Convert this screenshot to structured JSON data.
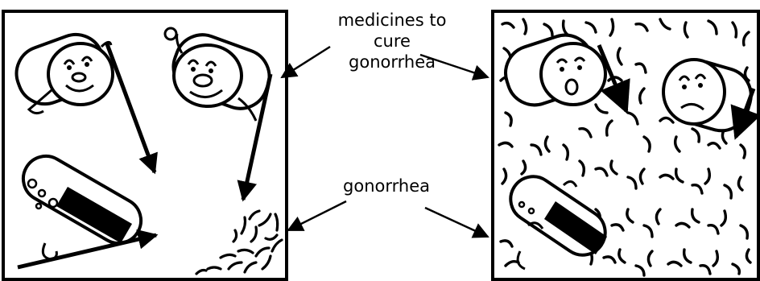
{
  "labels": {
    "medicines_line1": "medicines to",
    "medicines_line2": "cure",
    "medicines_line3": "gonorrhea",
    "gonorrhea": "gonorrhea"
  },
  "panels": {
    "left": {
      "state": "medicines attacking a small patch of gonorrhea",
      "character_mood": "happy"
    },
    "right": {
      "state": "gonorrhea surrounding the medicines",
      "character_mood": "worried"
    }
  },
  "colors": {
    "ink": "#000000",
    "paper": "#ffffff"
  }
}
